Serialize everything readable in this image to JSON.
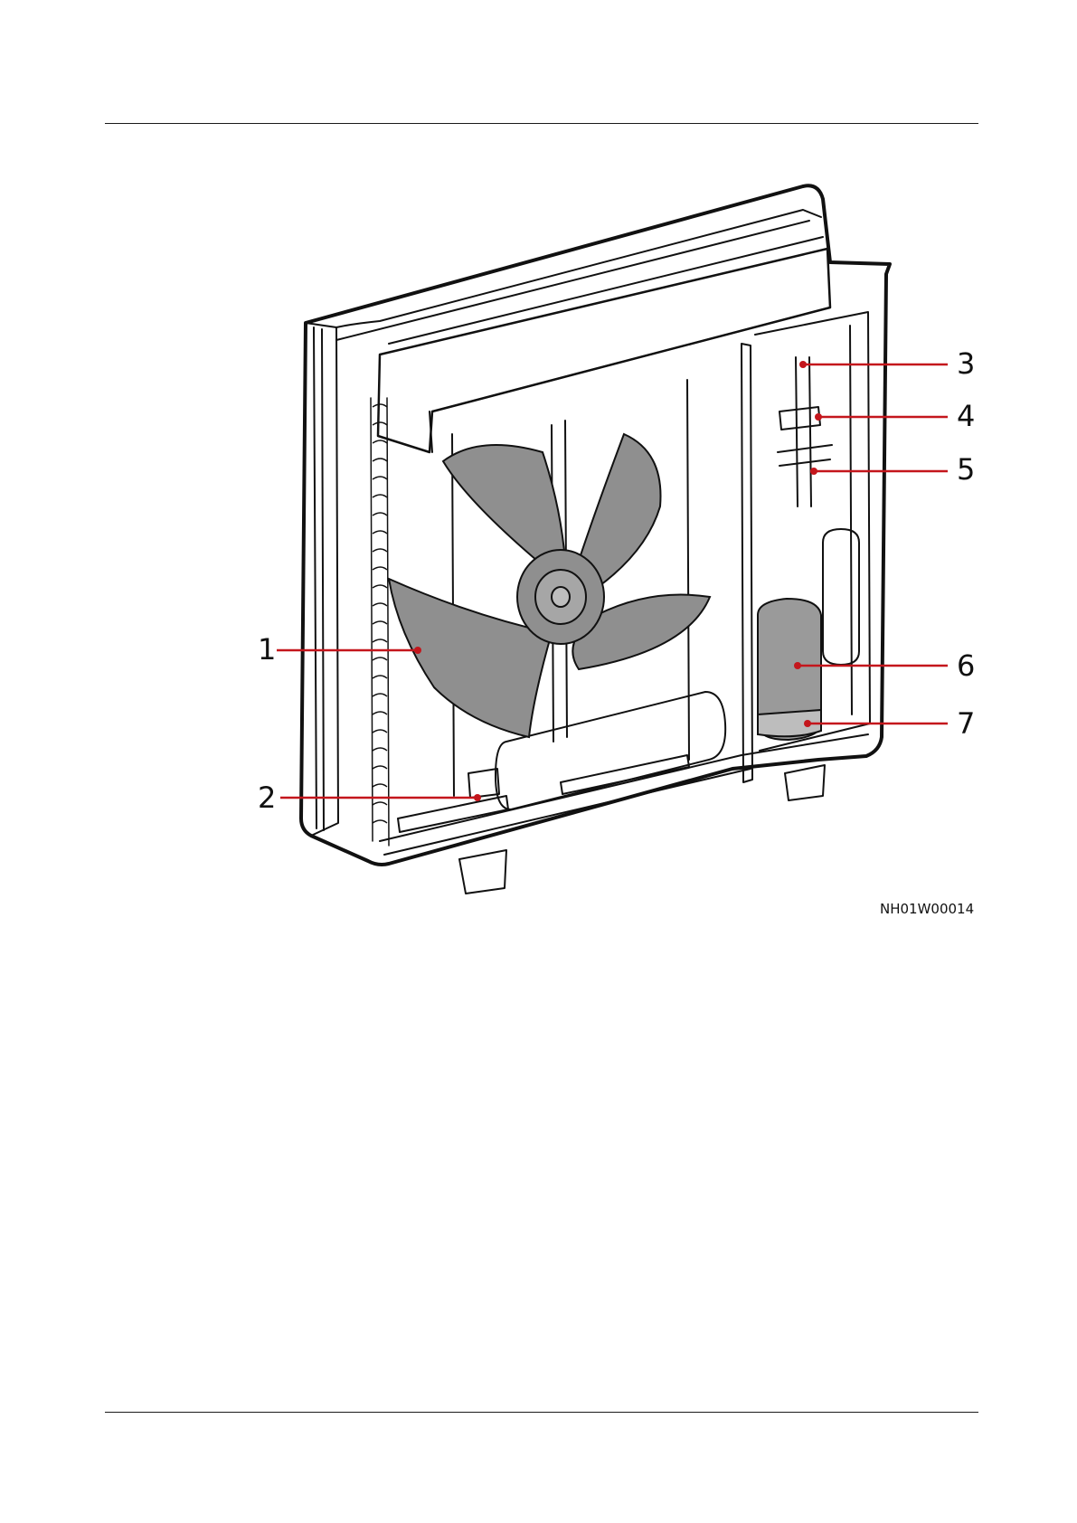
{
  "figure_id": "NH01W00014",
  "callouts": [
    {
      "number": "1"
    },
    {
      "number": "2"
    },
    {
      "number": "3"
    },
    {
      "number": "4"
    },
    {
      "number": "5"
    },
    {
      "number": "6"
    },
    {
      "number": "7"
    }
  ],
  "colors": {
    "leader_line": "#c4161c",
    "outline": "#111111",
    "fan_fill": "#8f8f8f",
    "compressor_fill": "#9a9a9a",
    "rule": "#1a1a1a"
  }
}
